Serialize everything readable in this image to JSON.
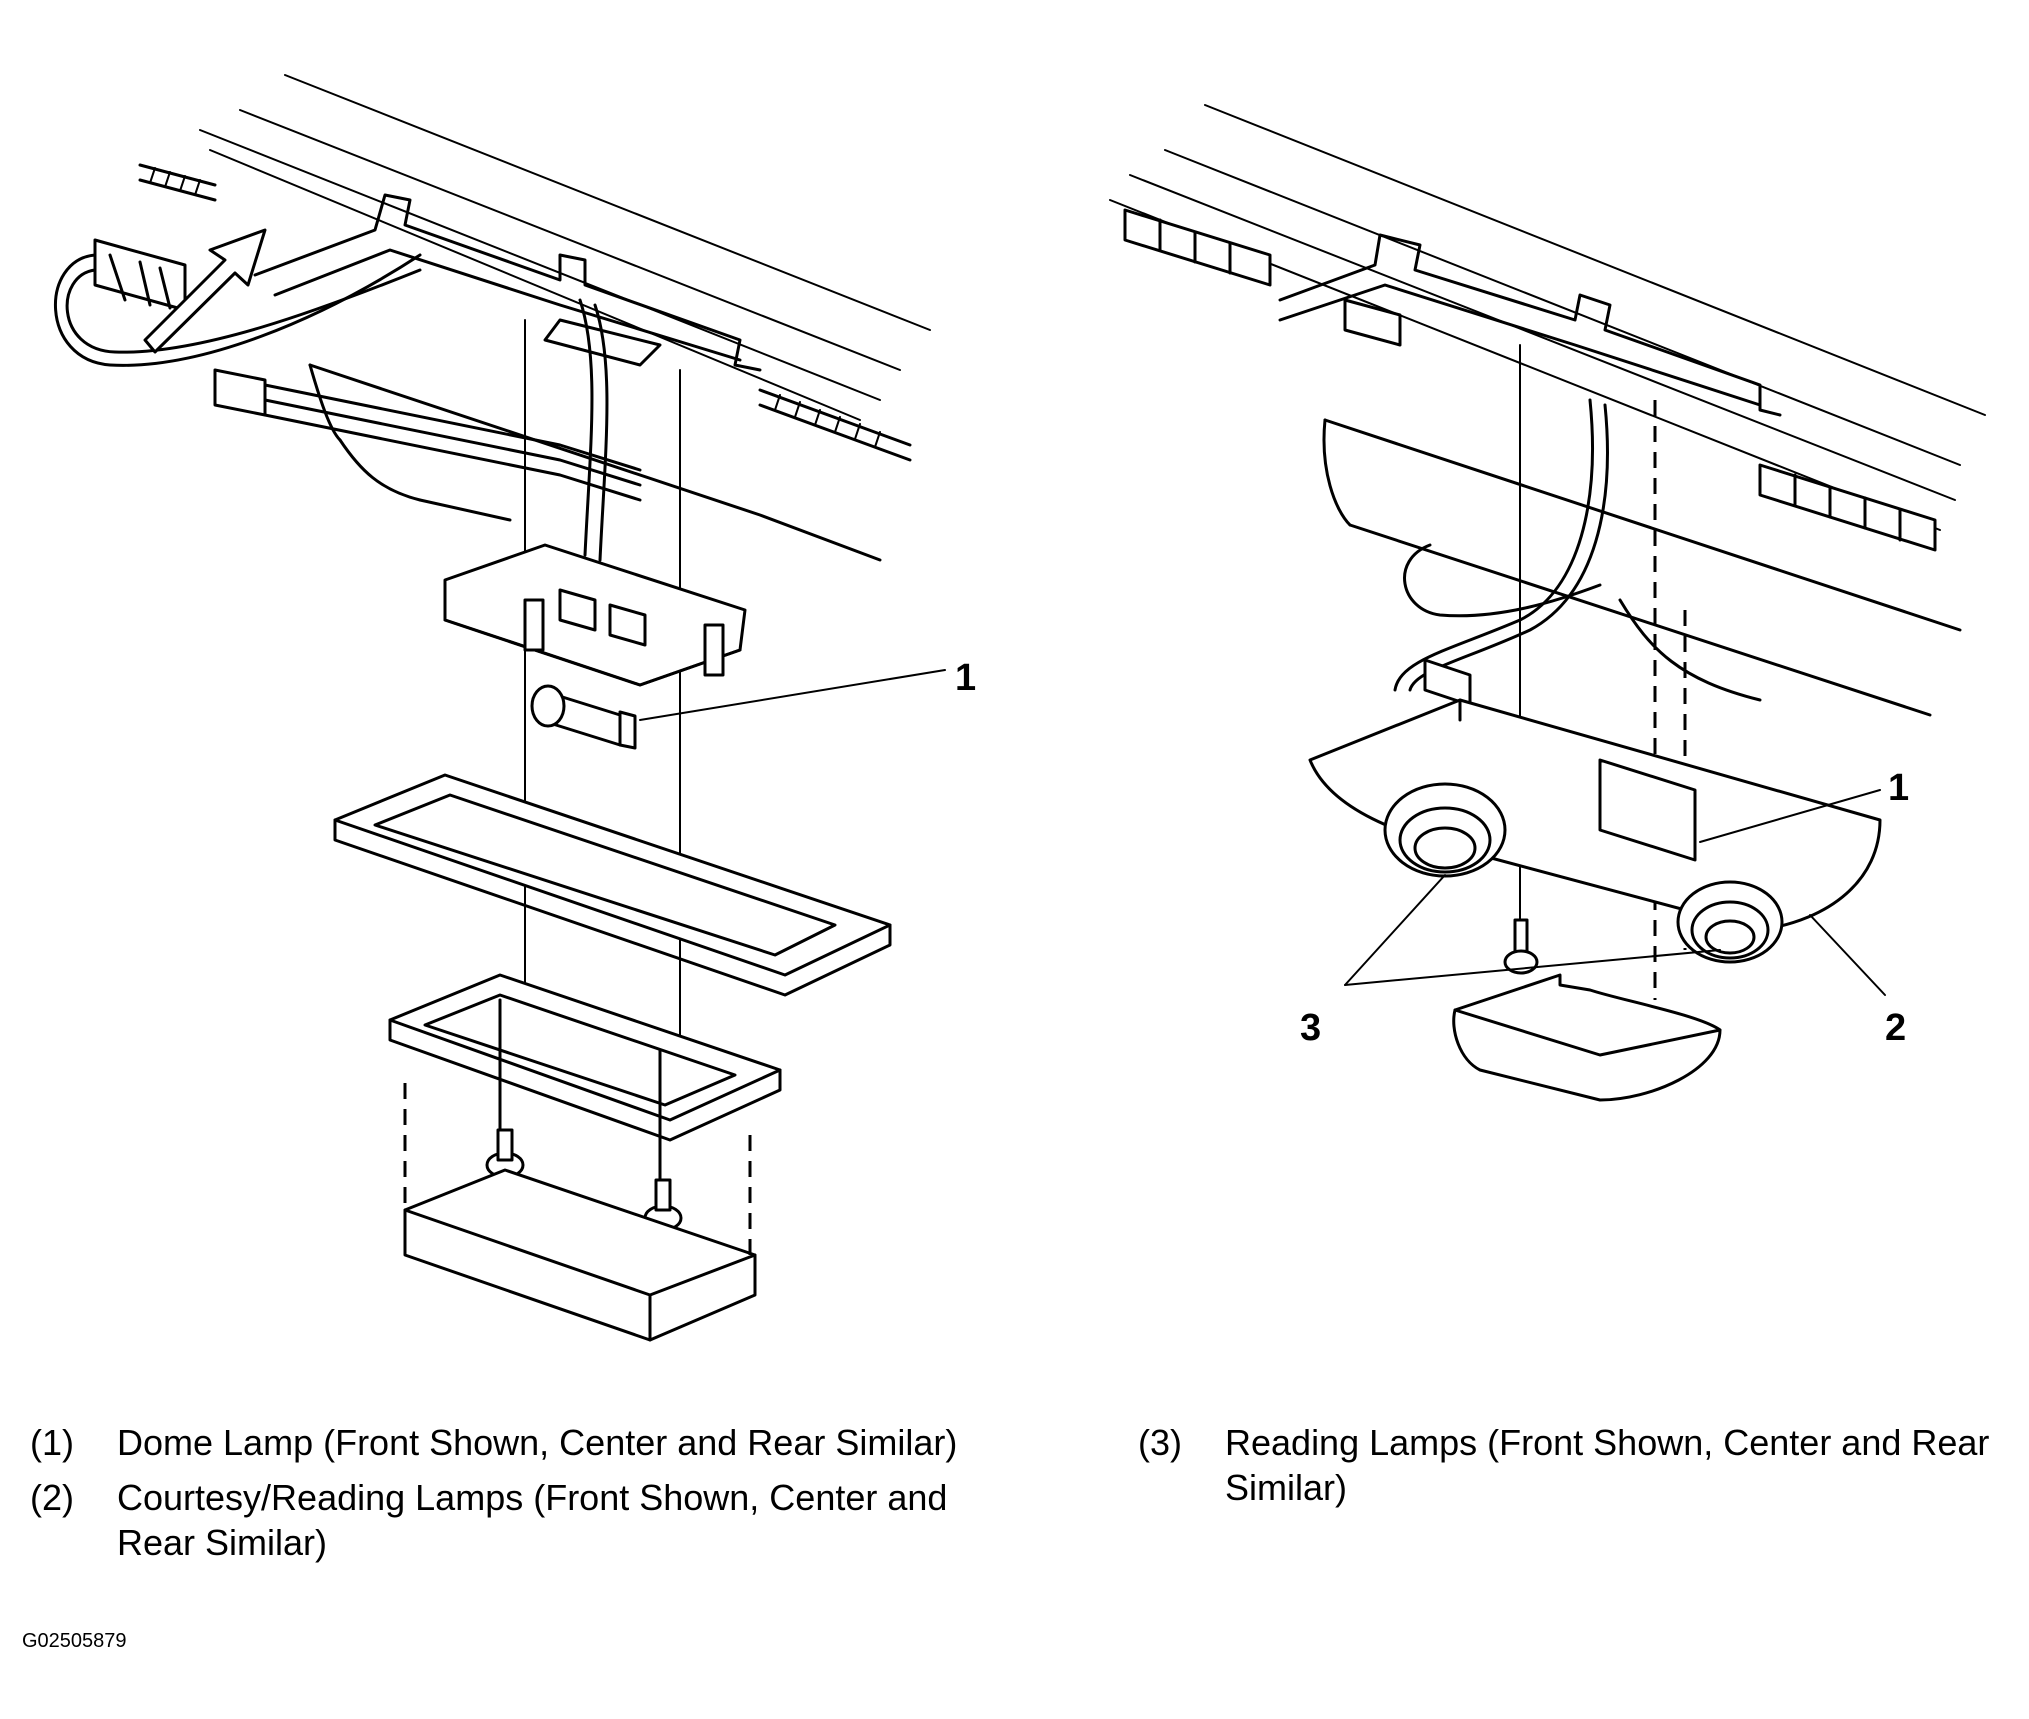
{
  "callouts": {
    "left": [
      "1"
    ],
    "right": [
      "1",
      "2",
      "3"
    ]
  },
  "legend": {
    "col1": [
      {
        "num": "(1)",
        "text": "Dome Lamp (Front Shown, Center and Rear Similar)"
      },
      {
        "num": "(2)",
        "text": "Courtesy/Reading Lamps (Front Shown, Center and Rear Similar)"
      }
    ],
    "col2": [
      {
        "num": "(3)",
        "text": "Reading Lamps (Front Shown, Center and Rear Similar)"
      }
    ]
  },
  "figure_code": "G02505879"
}
